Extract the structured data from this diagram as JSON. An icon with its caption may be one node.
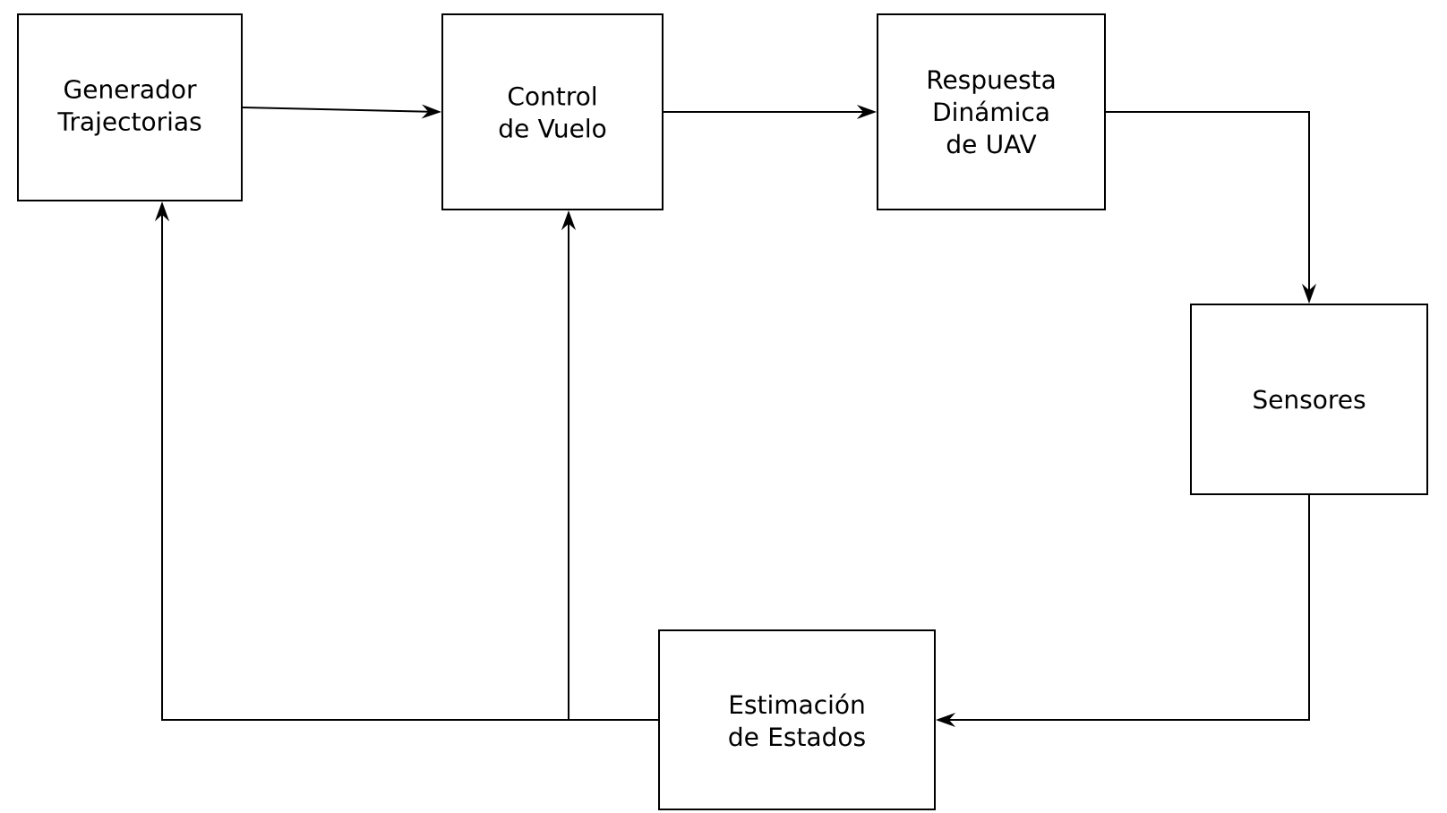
{
  "diagram": {
    "nodes": [
      {
        "text": [
          "Generador Trajectorias"
        ]
      },
      {
        "text": [
          "Control de Vuelo"
        ]
      },
      {
        "text": [
          "Respuesta Dinámica de UAV"
        ]
      },
      {
        "text": [
          "Sensores"
        ]
      },
      {
        "text": [
          "Estimación de Estados"
        ]
      }
    ],
    "edges": [
      {
        "from": 0,
        "to": 1,
        "arrow": "to"
      },
      {
        "from": 1,
        "to": 2,
        "arrow": "to"
      },
      {
        "from": 2,
        "to": 3,
        "arrow": "to"
      },
      {
        "from": 3,
        "to": 4,
        "arrow": "to"
      },
      {
        "from": 4,
        "to": 0,
        "arrow": "to"
      },
      {
        "from": 4,
        "to": 1,
        "arrow": "to"
      }
    ]
  }
}
